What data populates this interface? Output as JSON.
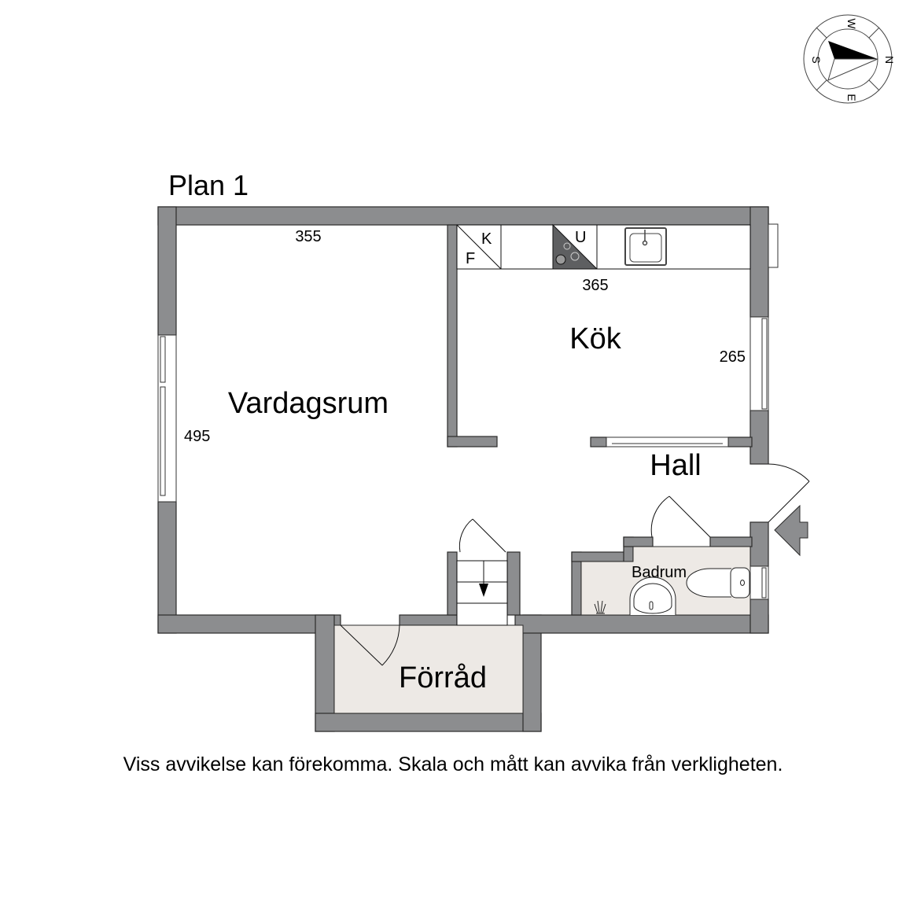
{
  "plan": {
    "title": "Plan 1",
    "disclaimer": "Viss avvikelse kan förekomma. Skala och mått kan avvika från verkligheten."
  },
  "compass": {
    "north": "N",
    "south": "S",
    "east": "E",
    "west": "W"
  },
  "rooms": {
    "living_room": {
      "name": "Vardagsrum",
      "width": "355",
      "depth": "495"
    },
    "kitchen": {
      "name": "Kök",
      "width": "365",
      "depth": "265"
    },
    "hall": {
      "name": "Hall"
    },
    "bathroom": {
      "name": "Badrum"
    },
    "storage": {
      "name": "Förråd"
    }
  },
  "kitchen_fixtures": {
    "fridge_label": "F",
    "freezer_label": "K",
    "oven_label": "U"
  },
  "colors": {
    "wall": "#8c8d8f",
    "wet_room_floor": "#ede9e5",
    "background": "#ffffff"
  }
}
